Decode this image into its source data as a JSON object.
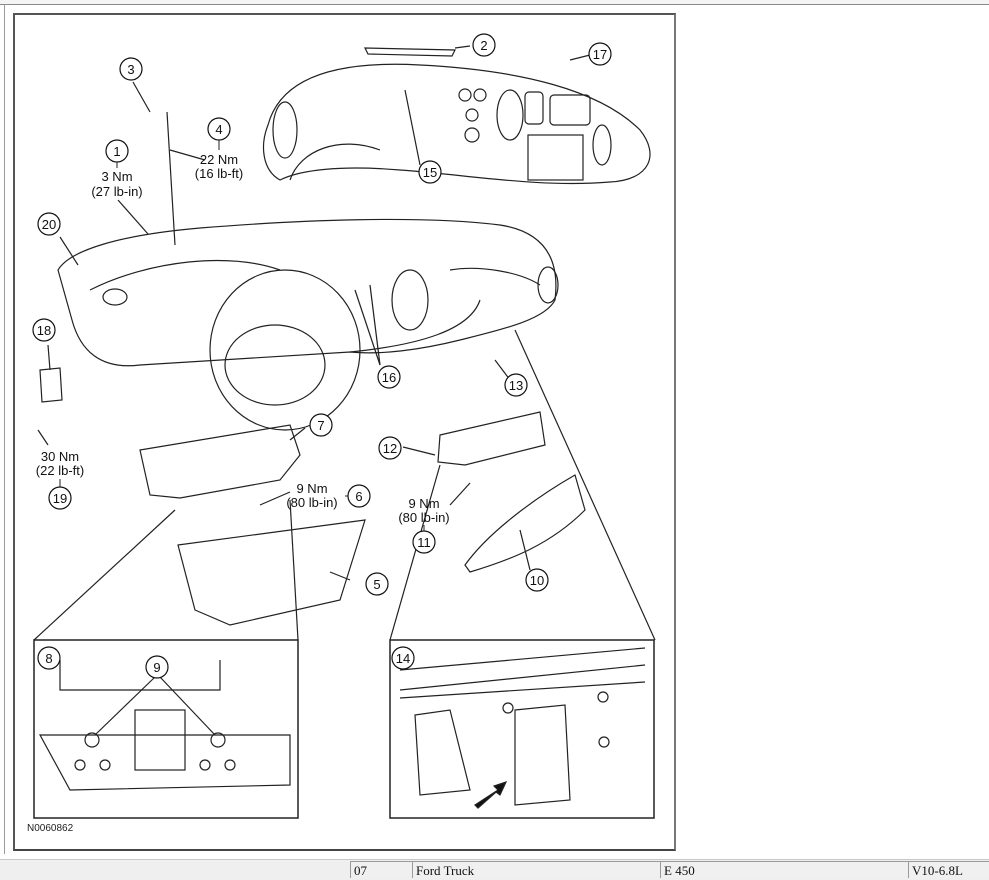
{
  "diagram": {
    "figure_id": "N0060862",
    "callouts": [
      {
        "id": "1",
        "torque": "3 Nm",
        "torque_alt": "(27 lb-in)"
      },
      {
        "id": "2"
      },
      {
        "id": "3"
      },
      {
        "id": "4",
        "torque": "22 Nm",
        "torque_alt": "(16 lb-ft)"
      },
      {
        "id": "5"
      },
      {
        "id": "6",
        "torque": "9 Nm",
        "torque_alt": "(80 lb-in)"
      },
      {
        "id": "7"
      },
      {
        "id": "8"
      },
      {
        "id": "9"
      },
      {
        "id": "10"
      },
      {
        "id": "11",
        "torque": "9 Nm",
        "torque_alt": "(80 lb-in)"
      },
      {
        "id": "12"
      },
      {
        "id": "13"
      },
      {
        "id": "14"
      },
      {
        "id": "15"
      },
      {
        "id": "16"
      },
      {
        "id": "17"
      },
      {
        "id": "18"
      },
      {
        "id": "19",
        "torque": "30 Nm",
        "torque_alt": "(22 lb-ft)"
      },
      {
        "id": "20"
      }
    ]
  },
  "statusbar": {
    "year": "07",
    "make": "Ford Truck",
    "model": "E 450",
    "engine": "V10-6.8L"
  }
}
